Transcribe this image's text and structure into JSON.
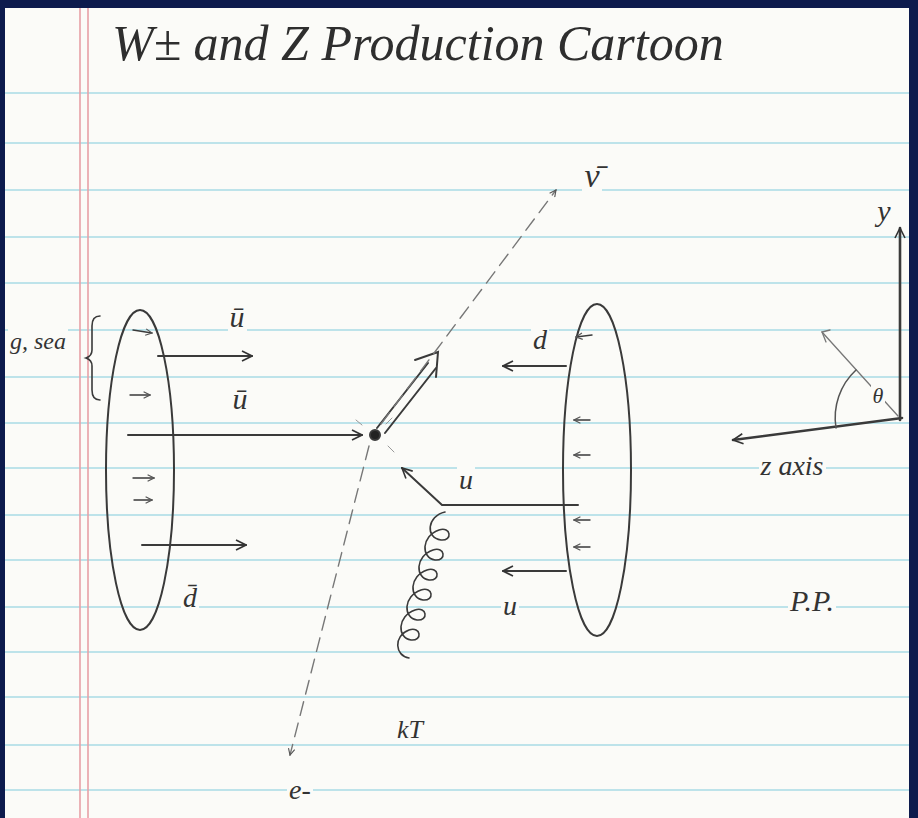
{
  "diagram": {
    "title": "W± and Z Production Cartoon",
    "labels": [
      "ν̄",
      "y",
      "g, sea",
      "ū",
      "d",
      "ū",
      "θ",
      "z axis",
      "u",
      "d̄",
      "u",
      "P.P.",
      "kT",
      "e-"
    ]
  }
}
